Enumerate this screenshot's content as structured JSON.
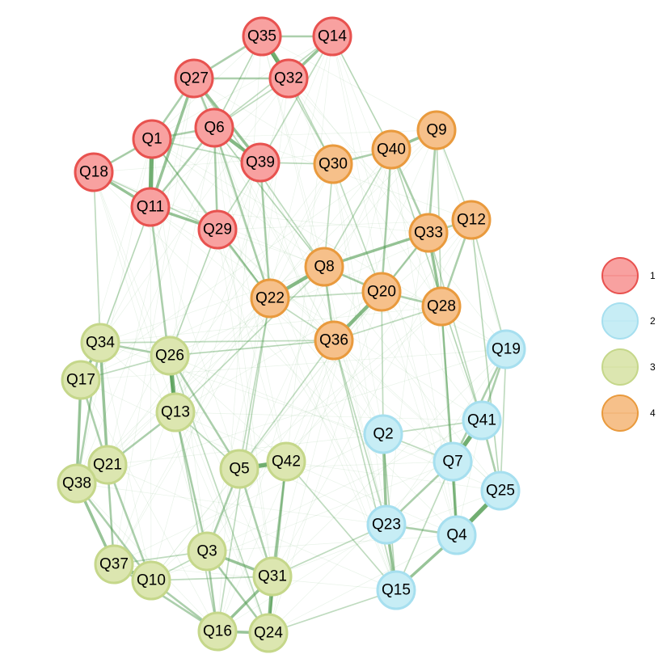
{
  "groups": [
    {
      "id": "1",
      "label": "1",
      "fill": "#F8A1A0",
      "stroke": "#E8524F"
    },
    {
      "id": "2",
      "label": "2",
      "fill": "#C7EDF5",
      "stroke": "#A6DFEF"
    },
    {
      "id": "3",
      "label": "3",
      "fill": "#DCE6B0",
      "stroke": "#C5D78A"
    },
    {
      "id": "4",
      "label": "4",
      "fill": "#F6C08A",
      "stroke": "#E99A3D"
    }
  ],
  "edge_color": "#4E9A4E",
  "nodes": [
    {
      "id": "Q35",
      "group": "1"
    },
    {
      "id": "Q14",
      "group": "1"
    },
    {
      "id": "Q27",
      "group": "1"
    },
    {
      "id": "Q32",
      "group": "1"
    },
    {
      "id": "Q6",
      "group": "1"
    },
    {
      "id": "Q1",
      "group": "1"
    },
    {
      "id": "Q18",
      "group": "1"
    },
    {
      "id": "Q39",
      "group": "1"
    },
    {
      "id": "Q11",
      "group": "1"
    },
    {
      "id": "Q29",
      "group": "1"
    },
    {
      "id": "Q9",
      "group": "4"
    },
    {
      "id": "Q40",
      "group": "4"
    },
    {
      "id": "Q30",
      "group": "4"
    },
    {
      "id": "Q33",
      "group": "4"
    },
    {
      "id": "Q12",
      "group": "4"
    },
    {
      "id": "Q8",
      "group": "4"
    },
    {
      "id": "Q20",
      "group": "4"
    },
    {
      "id": "Q22",
      "group": "4"
    },
    {
      "id": "Q28",
      "group": "4"
    },
    {
      "id": "Q36",
      "group": "4"
    },
    {
      "id": "Q19",
      "group": "2"
    },
    {
      "id": "Q41",
      "group": "2"
    },
    {
      "id": "Q2",
      "group": "2"
    },
    {
      "id": "Q7",
      "group": "2"
    },
    {
      "id": "Q25",
      "group": "2"
    },
    {
      "id": "Q23",
      "group": "2"
    },
    {
      "id": "Q4",
      "group": "2"
    },
    {
      "id": "Q15",
      "group": "2"
    },
    {
      "id": "Q34",
      "group": "3"
    },
    {
      "id": "Q26",
      "group": "3"
    },
    {
      "id": "Q17",
      "group": "3"
    },
    {
      "id": "Q13",
      "group": "3"
    },
    {
      "id": "Q21",
      "group": "3"
    },
    {
      "id": "Q5",
      "group": "3"
    },
    {
      "id": "Q42",
      "group": "3"
    },
    {
      "id": "Q38",
      "group": "3"
    },
    {
      "id": "Q3",
      "group": "3"
    },
    {
      "id": "Q37",
      "group": "3"
    },
    {
      "id": "Q10",
      "group": "3"
    },
    {
      "id": "Q31",
      "group": "3"
    },
    {
      "id": "Q16",
      "group": "3"
    },
    {
      "id": "Q24",
      "group": "3"
    }
  ],
  "edges": [
    [
      "Q35",
      "Q32",
      5
    ],
    [
      "Q35",
      "Q14",
      2
    ],
    [
      "Q14",
      "Q32",
      3
    ],
    [
      "Q35",
      "Q27",
      2
    ],
    [
      "Q27",
      "Q32",
      2
    ],
    [
      "Q14",
      "Q39",
      1
    ],
    [
      "Q27",
      "Q6",
      2
    ],
    [
      "Q27",
      "Q1",
      2
    ],
    [
      "Q27",
      "Q11",
      3
    ],
    [
      "Q27",
      "Q39",
      3
    ],
    [
      "Q1",
      "Q6",
      2
    ],
    [
      "Q1",
      "Q11",
      5
    ],
    [
      "Q1",
      "Q18",
      2
    ],
    [
      "Q18",
      "Q11",
      3
    ],
    [
      "Q6",
      "Q39",
      4
    ],
    [
      "Q6",
      "Q29",
      2
    ],
    [
      "Q6",
      "Q11",
      2
    ],
    [
      "Q11",
      "Q29",
      3
    ],
    [
      "Q39",
      "Q29",
      1
    ],
    [
      "Q32",
      "Q6",
      1
    ],
    [
      "Q35",
      "Q6",
      1
    ],
    [
      "Q14",
      "Q6",
      1
    ],
    [
      "Q1",
      "Q39",
      1
    ],
    [
      "Q1",
      "Q29",
      1
    ],
    [
      "Q6",
      "Q22",
      2
    ],
    [
      "Q39",
      "Q22",
      2
    ],
    [
      "Q29",
      "Q22",
      2
    ],
    [
      "Q11",
      "Q13",
      2
    ],
    [
      "Q32",
      "Q30",
      1
    ],
    [
      "Q39",
      "Q30",
      1
    ],
    [
      "Q40",
      "Q9",
      3
    ],
    [
      "Q40",
      "Q30",
      2
    ],
    [
      "Q40",
      "Q33",
      2
    ],
    [
      "Q9",
      "Q33",
      2
    ],
    [
      "Q9",
      "Q12",
      1
    ],
    [
      "Q9",
      "Q28",
      1
    ],
    [
      "Q33",
      "Q12",
      2
    ],
    [
      "Q33",
      "Q28",
      3
    ],
    [
      "Q12",
      "Q28",
      2
    ],
    [
      "Q8",
      "Q22",
      4
    ],
    [
      "Q8",
      "Q33",
      3
    ],
    [
      "Q8",
      "Q20",
      2
    ],
    [
      "Q8",
      "Q36",
      2
    ],
    [
      "Q20",
      "Q36",
      4
    ],
    [
      "Q20",
      "Q28",
      2
    ],
    [
      "Q20",
      "Q33",
      2
    ],
    [
      "Q22",
      "Q36",
      1
    ],
    [
      "Q40",
      "Q20",
      2
    ],
    [
      "Q30",
      "Q8",
      1
    ],
    [
      "Q40",
      "Q8",
      1
    ],
    [
      "Q36",
      "Q28",
      1
    ],
    [
      "Q22",
      "Q20",
      1
    ],
    [
      "Q12",
      "Q19",
      1
    ],
    [
      "Q19",
      "Q41",
      2
    ],
    [
      "Q19",
      "Q7",
      2
    ],
    [
      "Q19",
      "Q25",
      1
    ],
    [
      "Q41",
      "Q7",
      5
    ],
    [
      "Q41",
      "Q25",
      2
    ],
    [
      "Q7",
      "Q4",
      3
    ],
    [
      "Q7",
      "Q23",
      2
    ],
    [
      "Q7",
      "Q2",
      1
    ],
    [
      "Q2",
      "Q23",
      3
    ],
    [
      "Q2",
      "Q15",
      1
    ],
    [
      "Q23",
      "Q15",
      3
    ],
    [
      "Q23",
      "Q4",
      2
    ],
    [
      "Q4",
      "Q15",
      3
    ],
    [
      "Q4",
      "Q25",
      5
    ],
    [
      "Q28",
      "Q4",
      2
    ],
    [
      "Q28",
      "Q7",
      1
    ],
    [
      "Q15",
      "Q7",
      1
    ],
    [
      "Q41",
      "Q2",
      1
    ],
    [
      "Q36",
      "Q23",
      1
    ],
    [
      "Q36",
      "Q15",
      1
    ],
    [
      "Q34",
      "Q17",
      3
    ],
    [
      "Q34",
      "Q26",
      2
    ],
    [
      "Q34",
      "Q21",
      3
    ],
    [
      "Q34",
      "Q38",
      2
    ],
    [
      "Q17",
      "Q21",
      2
    ],
    [
      "Q17",
      "Q38",
      3
    ],
    [
      "Q26",
      "Q13",
      5
    ],
    [
      "Q26",
      "Q5",
      2
    ],
    [
      "Q26",
      "Q17",
      1
    ],
    [
      "Q13",
      "Q21",
      2
    ],
    [
      "Q13",
      "Q3",
      2
    ],
    [
      "Q21",
      "Q38",
      3
    ],
    [
      "Q21",
      "Q37",
      2
    ],
    [
      "Q21",
      "Q10",
      2
    ],
    [
      "Q38",
      "Q37",
      3
    ],
    [
      "Q38",
      "Q10",
      2
    ],
    [
      "Q37",
      "Q10",
      4
    ],
    [
      "Q37",
      "Q16",
      2
    ],
    [
      "Q10",
      "Q16",
      2
    ],
    [
      "Q10",
      "Q31",
      1
    ],
    [
      "Q5",
      "Q42",
      5
    ],
    [
      "Q5",
      "Q3",
      2
    ],
    [
      "Q5",
      "Q31",
      2
    ],
    [
      "Q42",
      "Q31",
      2
    ],
    [
      "Q42",
      "Q24",
      2
    ],
    [
      "Q3",
      "Q31",
      3
    ],
    [
      "Q3",
      "Q16",
      2
    ],
    [
      "Q3",
      "Q24",
      2
    ],
    [
      "Q31",
      "Q24",
      4
    ],
    [
      "Q31",
      "Q16",
      3
    ],
    [
      "Q16",
      "Q24",
      3
    ],
    [
      "Q13",
      "Q16",
      1
    ],
    [
      "Q26",
      "Q24",
      1
    ],
    [
      "Q22",
      "Q5",
      1
    ],
    [
      "Q22",
      "Q16",
      1
    ],
    [
      "Q36",
      "Q5",
      1
    ],
    [
      "Q26",
      "Q36",
      1
    ],
    [
      "Q34",
      "Q36",
      1
    ],
    [
      "Q13",
      "Q5",
      1
    ],
    [
      "Q10",
      "Q3",
      1
    ],
    [
      "Q37",
      "Q3",
      1
    ],
    [
      "Q18",
      "Q34",
      1
    ],
    [
      "Q11",
      "Q34",
      1
    ],
    [
      "Q29",
      "Q26",
      1
    ],
    [
      "Q8",
      "Q13",
      1
    ],
    [
      "Q20",
      "Q2",
      1
    ],
    [
      "Q42",
      "Q15",
      1
    ],
    [
      "Q24",
      "Q15",
      1
    ],
    [
      "Q31",
      "Q23",
      1
    ],
    [
      "Q33",
      "Q41",
      1
    ],
    [
      "Q12",
      "Q25",
      1
    ],
    [
      "Q40",
      "Q41",
      1
    ],
    [
      "Q30",
      "Q20",
      1
    ],
    [
      "Q14",
      "Q40",
      1
    ],
    [
      "Q35",
      "Q30",
      1
    ],
    [
      "Q27",
      "Q8",
      1
    ],
    [
      "Q1",
      "Q22",
      1
    ],
    [
      "Q18",
      "Q29",
      1
    ],
    [
      "Q6",
      "Q8",
      1
    ]
  ]
}
